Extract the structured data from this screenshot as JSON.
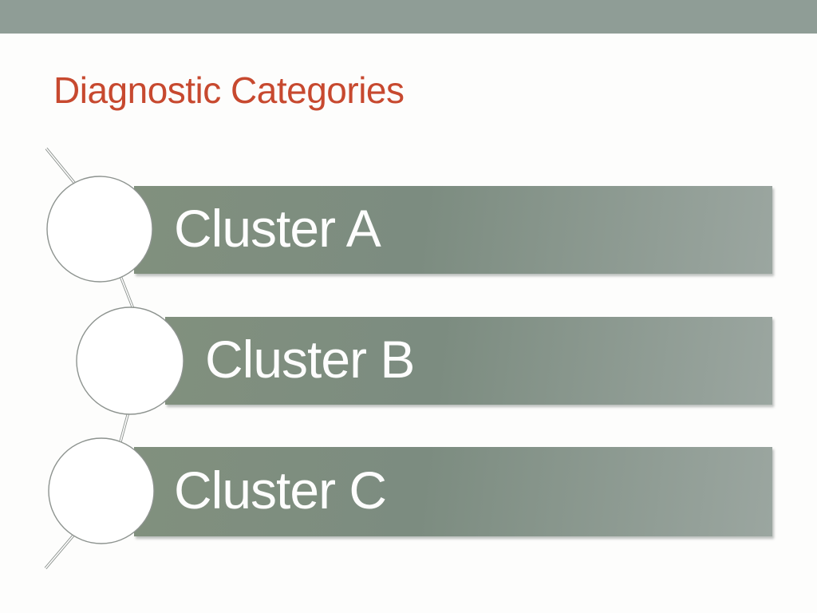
{
  "slide": {
    "top_band_color": "#8f9d96",
    "title": "Diagnostic Categories",
    "title_color": "#c7492f",
    "list": {
      "items": [
        {
          "label": "Cluster A"
        },
        {
          "label": "Cluster B"
        },
        {
          "label": "Cluster C"
        }
      ],
      "bar_gradient_left": "#81907e",
      "bar_gradient_mid": "#7c8c80",
      "bar_gradient_right": "#9ba6a0",
      "label_color": "#fdfdfd",
      "circle_fill": "#ffffff",
      "circle_stroke": "#8d938f"
    }
  }
}
